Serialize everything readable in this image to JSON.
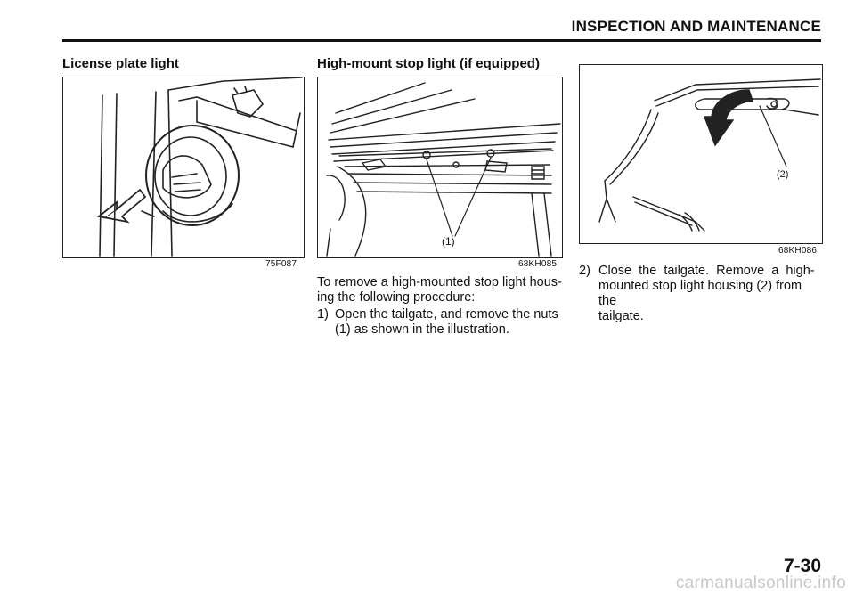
{
  "header": {
    "title": "INSPECTION AND MAINTENANCE"
  },
  "sections": {
    "license_plate": {
      "title": "License plate light",
      "figure_code": "75F087"
    },
    "high_mount": {
      "title": "High-mount stop light (if equipped)",
      "figure_code": "68KH085",
      "callout": "(1)",
      "intro_line1": "To remove a high-mounted stop light hous-",
      "intro_line2": "ing the following procedure:",
      "step1_num": "1)",
      "step1_line1": "Open the tailgate, and remove the nuts",
      "step1_line2": "(1) as shown in the illustration."
    },
    "housing": {
      "figure_code": "68KH086",
      "callout": "(2)",
      "step2_num": "2)",
      "step2_line1": "Close  the  tailgate.  Remove  a  high-",
      "step2_line2": "mounted stop light housing (2) from the",
      "step2_line3": "tailgate."
    }
  },
  "footer": {
    "page_number": "7-30",
    "watermark": "carmanualsonline.info"
  }
}
